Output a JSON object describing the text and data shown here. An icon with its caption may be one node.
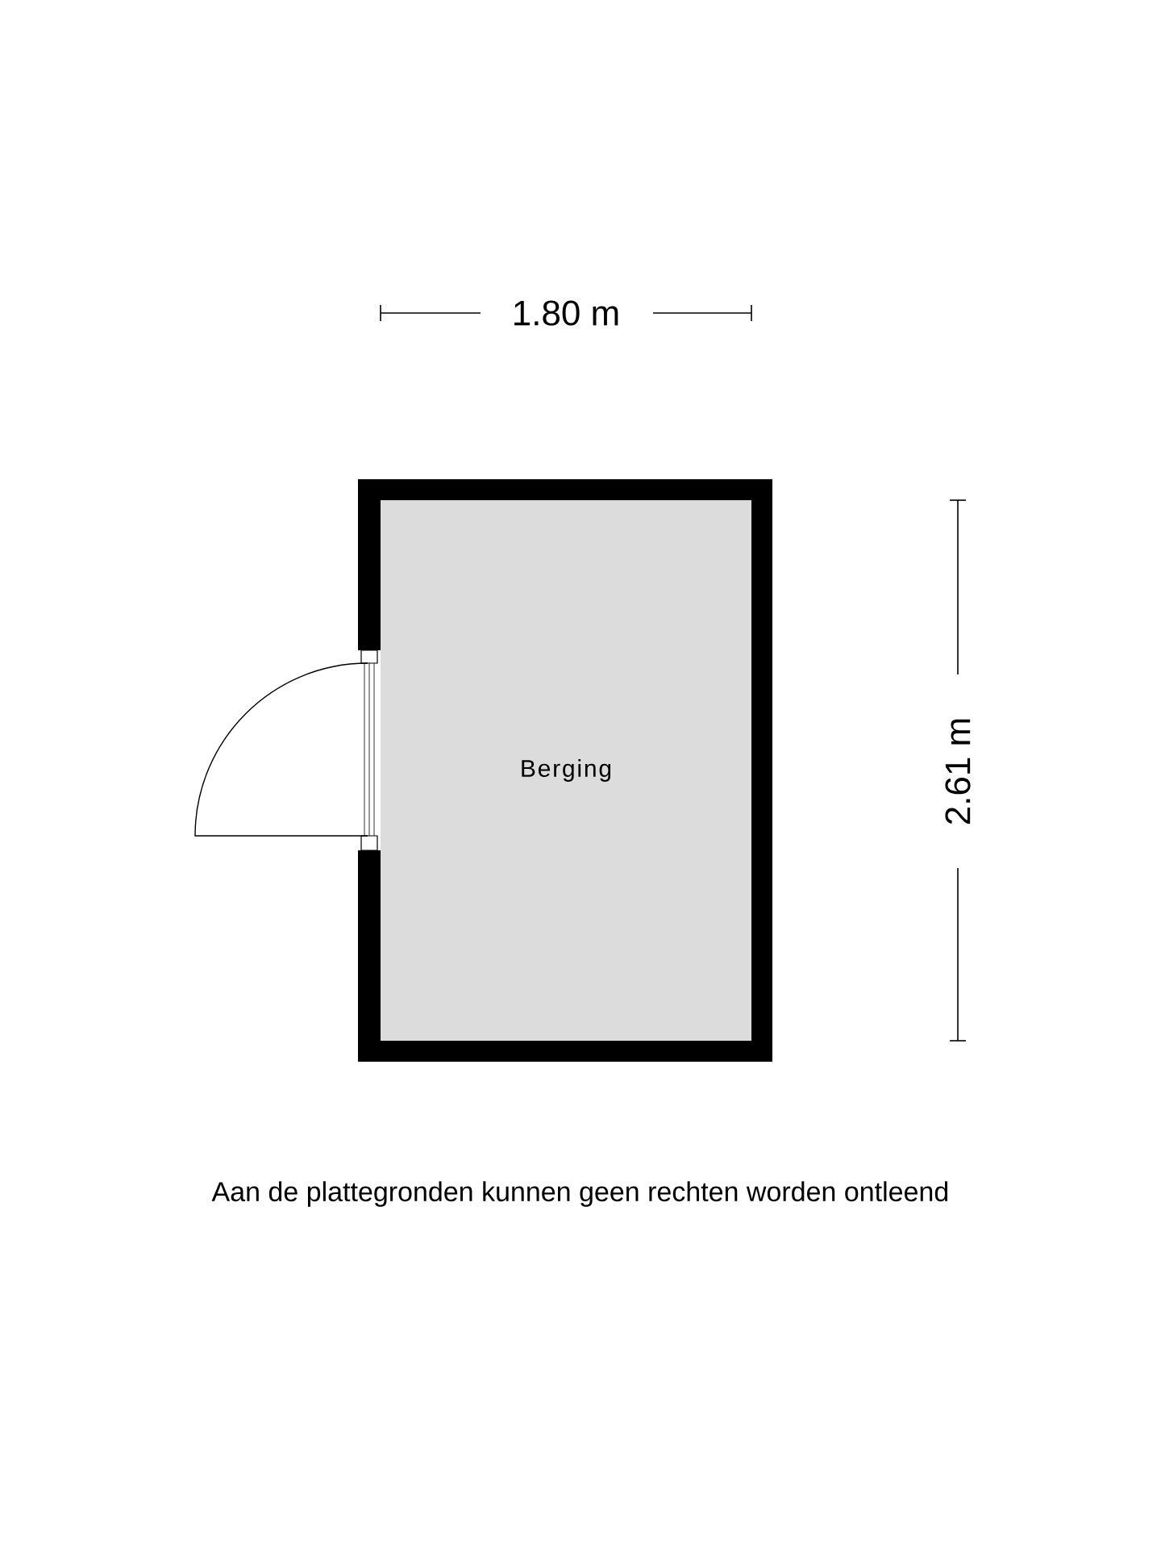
{
  "diagram": {
    "nodes": [
      {
        "text": [
          "Berging"
        ]
      }
    ],
    "labels": [
      "1.80 m",
      "2.61 m",
      "Aan de plattegronden kunnen geen rechten worden ontleend"
    ]
  }
}
